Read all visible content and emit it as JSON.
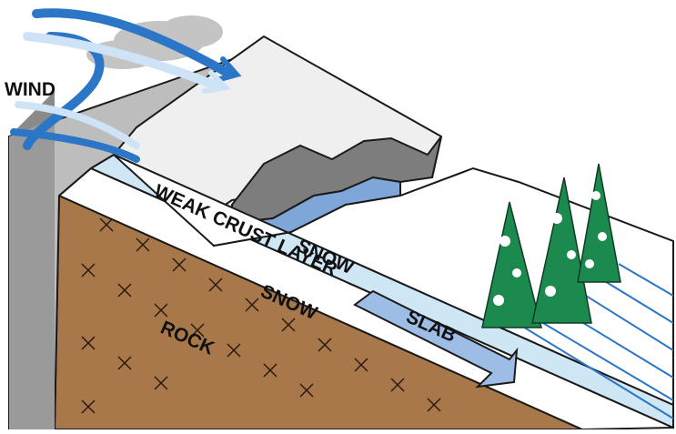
{
  "diagram": {
    "labels": {
      "wind": "WIND",
      "weak_layer": "WEAK CRUST LAYER",
      "snow_upper": "SNOW",
      "snow_lower": "SNOW",
      "slab": "SLAB",
      "rock": "ROCK"
    },
    "colors": {
      "rock": "#a8784a",
      "snow": "#f7f7f7",
      "snow_shadow": "#c9c9c9",
      "cliff": "#bdbdbd",
      "weak_layer": "#cfe6f5",
      "slab_fracture": "#7ea6d8",
      "wind_dark": "#2b76c7",
      "wind_light": "#cfe3f6",
      "tree": "#1c8a4e",
      "outline": "#1a1a1a",
      "cloud": "#c4c4c4"
    }
  }
}
